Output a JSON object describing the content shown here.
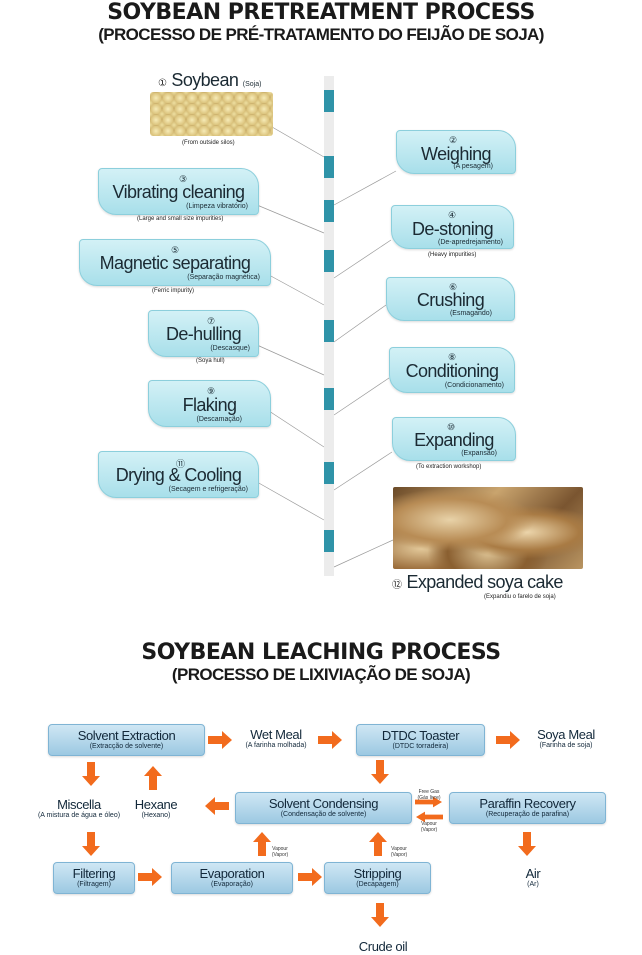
{
  "top": {
    "title": "SOYBEAN PRETREATMENT PROCESS",
    "subtitle": "(PROCESSO DE PRÉ-TRATAMENTO DO FEIJÃO DE SOJA)",
    "soybean": {
      "num": "①",
      "label": "Soybean",
      "sub": "(Soja)",
      "note": "(From outside silos)"
    },
    "steps": [
      {
        "num": "②",
        "label": "Weighing",
        "sub": "(A pesagem)",
        "note": ""
      },
      {
        "num": "③",
        "label": "Vibrating cleaning",
        "sub": "(Limpeza vibratório)",
        "note": "(Large and small size impurities)"
      },
      {
        "num": "④",
        "label": "De-stoning",
        "sub": "(De-apredrejamento)",
        "note": "(Heavy impurities)"
      },
      {
        "num": "⑤",
        "label": "Magnetic separating",
        "sub": "(Separação magnética)",
        "note": "(Ferric impurity)"
      },
      {
        "num": "⑥",
        "label": "Crushing",
        "sub": "(Esmagando)",
        "note": ""
      },
      {
        "num": "⑦",
        "label": "De-hulling",
        "sub": "(Descasque)",
        "note": "(Soya hull)"
      },
      {
        "num": "⑧",
        "label": "Conditioning",
        "sub": "(Condicionamento)",
        "note": ""
      },
      {
        "num": "⑨",
        "label": "Flaking",
        "sub": "(Descamação)",
        "note": ""
      },
      {
        "num": "⑩",
        "label": "Expanding",
        "sub": "(Expansão)",
        "note": "(To extraction workshop)"
      },
      {
        "num": "⑪",
        "label": "Drying & Cooling",
        "sub": "(Secagem e refrigeração)",
        "note": ""
      }
    ],
    "cake": {
      "num": "⑫",
      "label": "Expanded soya cake",
      "sub": "(Expandiu o farelo de soja)"
    }
  },
  "bottom": {
    "title": "SOYBEAN LEACHING PROCESS",
    "subtitle": "(PROCESSO DE LIXIVIAÇÃO DE SOJA)",
    "solvent_extraction": {
      "label": "Solvent Extraction",
      "sub": "(Extracção de solvente)"
    },
    "wet_meal": {
      "label": "Wet Meal",
      "sub": "(A farinha molhada)"
    },
    "dtdc": {
      "label": "DTDC Toaster",
      "sub": "(DTDC torradeira)"
    },
    "soya_meal": {
      "label": "Soya Meal",
      "sub": "(Farinha de soja)"
    },
    "miscella": {
      "label": "Miscella",
      "sub": "(A mistura de água e óleo)"
    },
    "hexane": {
      "label": "Hexane",
      "sub": "(Hexano)"
    },
    "solvent_condensing": {
      "label": "Solvent Condensing",
      "sub": "(Condensação de solvente)"
    },
    "paraffin": {
      "label": "Paraffin Recovery",
      "sub": "(Recuperação de parafina)"
    },
    "filtering": {
      "label": "Filtering",
      "sub": "(Filtragem)"
    },
    "evaporation": {
      "label": "Evaporation",
      "sub": "(Evaporação)"
    },
    "stripping": {
      "label": "Stripping",
      "sub": "(Decapagem)"
    },
    "air": {
      "label": "Air",
      "sub": "(Ar)"
    },
    "crude_oil": {
      "label": "Crude oil"
    },
    "free_gas": {
      "l1": "Free Gas",
      "l2": "(Gás livre)"
    },
    "vapour_a": {
      "l1": "Vapour",
      "l2": "(Vapor)"
    },
    "vapour_b": {
      "l1": "Vapour",
      "l2": "(Vapor)"
    },
    "vapour_c": {
      "l1": "Vapour",
      "l2": "(Vapor)"
    }
  },
  "colors": {
    "pole": "#2f93a8",
    "card": "#bfe9f1",
    "box": "#b5d8ec",
    "arrow": "#f26b1d"
  }
}
